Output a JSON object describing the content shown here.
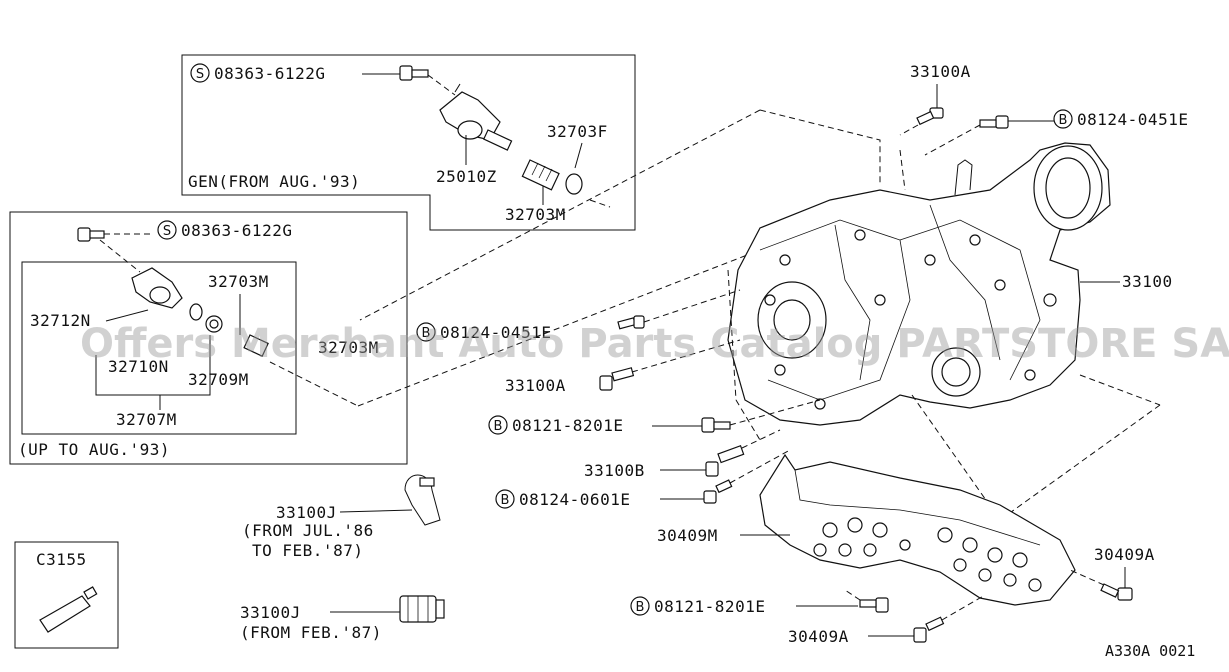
{
  "diagram": {
    "callouts": {
      "gen_box_bolt": {
        "prefix": "S",
        "code": "08363-6122G"
      },
      "gen_sensor": {
        "code": "25010Z"
      },
      "gen_ring": {
        "code": "32703F"
      },
      "gen_sleeve": {
        "code": "32703M"
      },
      "gen_caption": {
        "code": "GEN(FROM AUG.'93)"
      },
      "upto_bolt": {
        "prefix": "S",
        "code": "08363-6122G"
      },
      "upto_sleeve": {
        "code": "32703M"
      },
      "upto_pin": {
        "code": "32712N"
      },
      "upto_hidden": {
        "code": "32703M"
      },
      "upto_plug": {
        "code": "32710N"
      },
      "upto_seal": {
        "code": "32709M"
      },
      "upto_assy": {
        "code": "32707M"
      },
      "upto_caption": {
        "code": "(UP TO AUG.'93)"
      },
      "bolt_top": {
        "code": "33100A"
      },
      "bolt_top_right": {
        "prefix": "B",
        "code": "08124-0451E"
      },
      "case": {
        "code": "33100"
      },
      "bolt_mid": {
        "prefix": "B",
        "code": "08124-0451E"
      },
      "bolt_left": {
        "code": "33100A"
      },
      "bolt_8201": {
        "prefix": "B",
        "code": "08121-8201E"
      },
      "stud": {
        "code": "33100B"
      },
      "bolt_0601": {
        "prefix": "B",
        "code": "08124-0601E"
      },
      "bracket": {
        "code": "30409M"
      },
      "bolt_right_low": {
        "code": "30409A"
      },
      "bolt_bottom_8201": {
        "prefix": "B",
        "code": "08121-8201E"
      },
      "bolt_bottom": {
        "code": "30409A"
      },
      "clip_1": {
        "code": "33100J",
        "note1": "(FROM JUL.'86",
        "note2": "TO FEB.'87)"
      },
      "clip_2": {
        "code": "33100J",
        "note1": "(FROM FEB.'87)"
      },
      "sealant": {
        "code": "C3155"
      }
    },
    "watermark": "Offers Merchant Auto Parts Catalog PARTSTORE SA",
    "figure_id": "A330A 0021"
  }
}
